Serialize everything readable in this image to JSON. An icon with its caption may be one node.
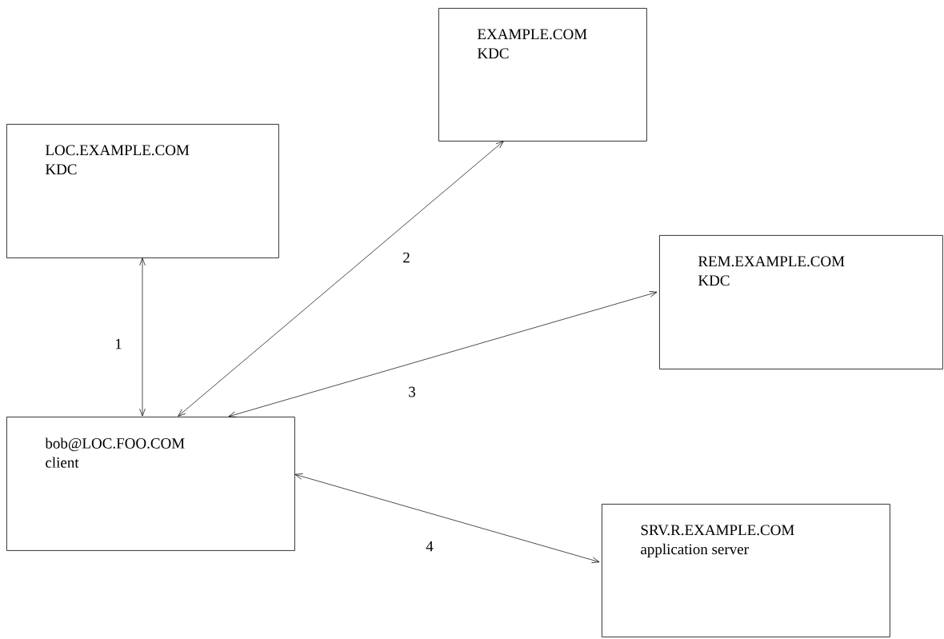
{
  "diagram": {
    "nodes": [
      {
        "text": [
          "LOC.EXAMPLE.COM",
          "KDC"
        ]
      },
      {
        "text": [
          "EXAMPLE.COM",
          "KDC"
        ]
      },
      {
        "text": [
          "REM.EXAMPLE.COM",
          "KDC"
        ]
      },
      {
        "text": [
          "bob@LOC.FOO.COM",
          "client"
        ]
      },
      {
        "text": [
          "SRV.R.EXAMPLE.COM",
          "application server"
        ]
      }
    ],
    "edges": [
      {
        "from": 0,
        "to": 3,
        "arrow": "both",
        "label": "1"
      },
      {
        "from": 3,
        "to": 1,
        "arrow": "both",
        "label": "2"
      },
      {
        "from": 3,
        "to": 2,
        "arrow": "both",
        "label": "3"
      },
      {
        "from": 3,
        "to": 4,
        "arrow": "both",
        "label": "4"
      }
    ]
  }
}
